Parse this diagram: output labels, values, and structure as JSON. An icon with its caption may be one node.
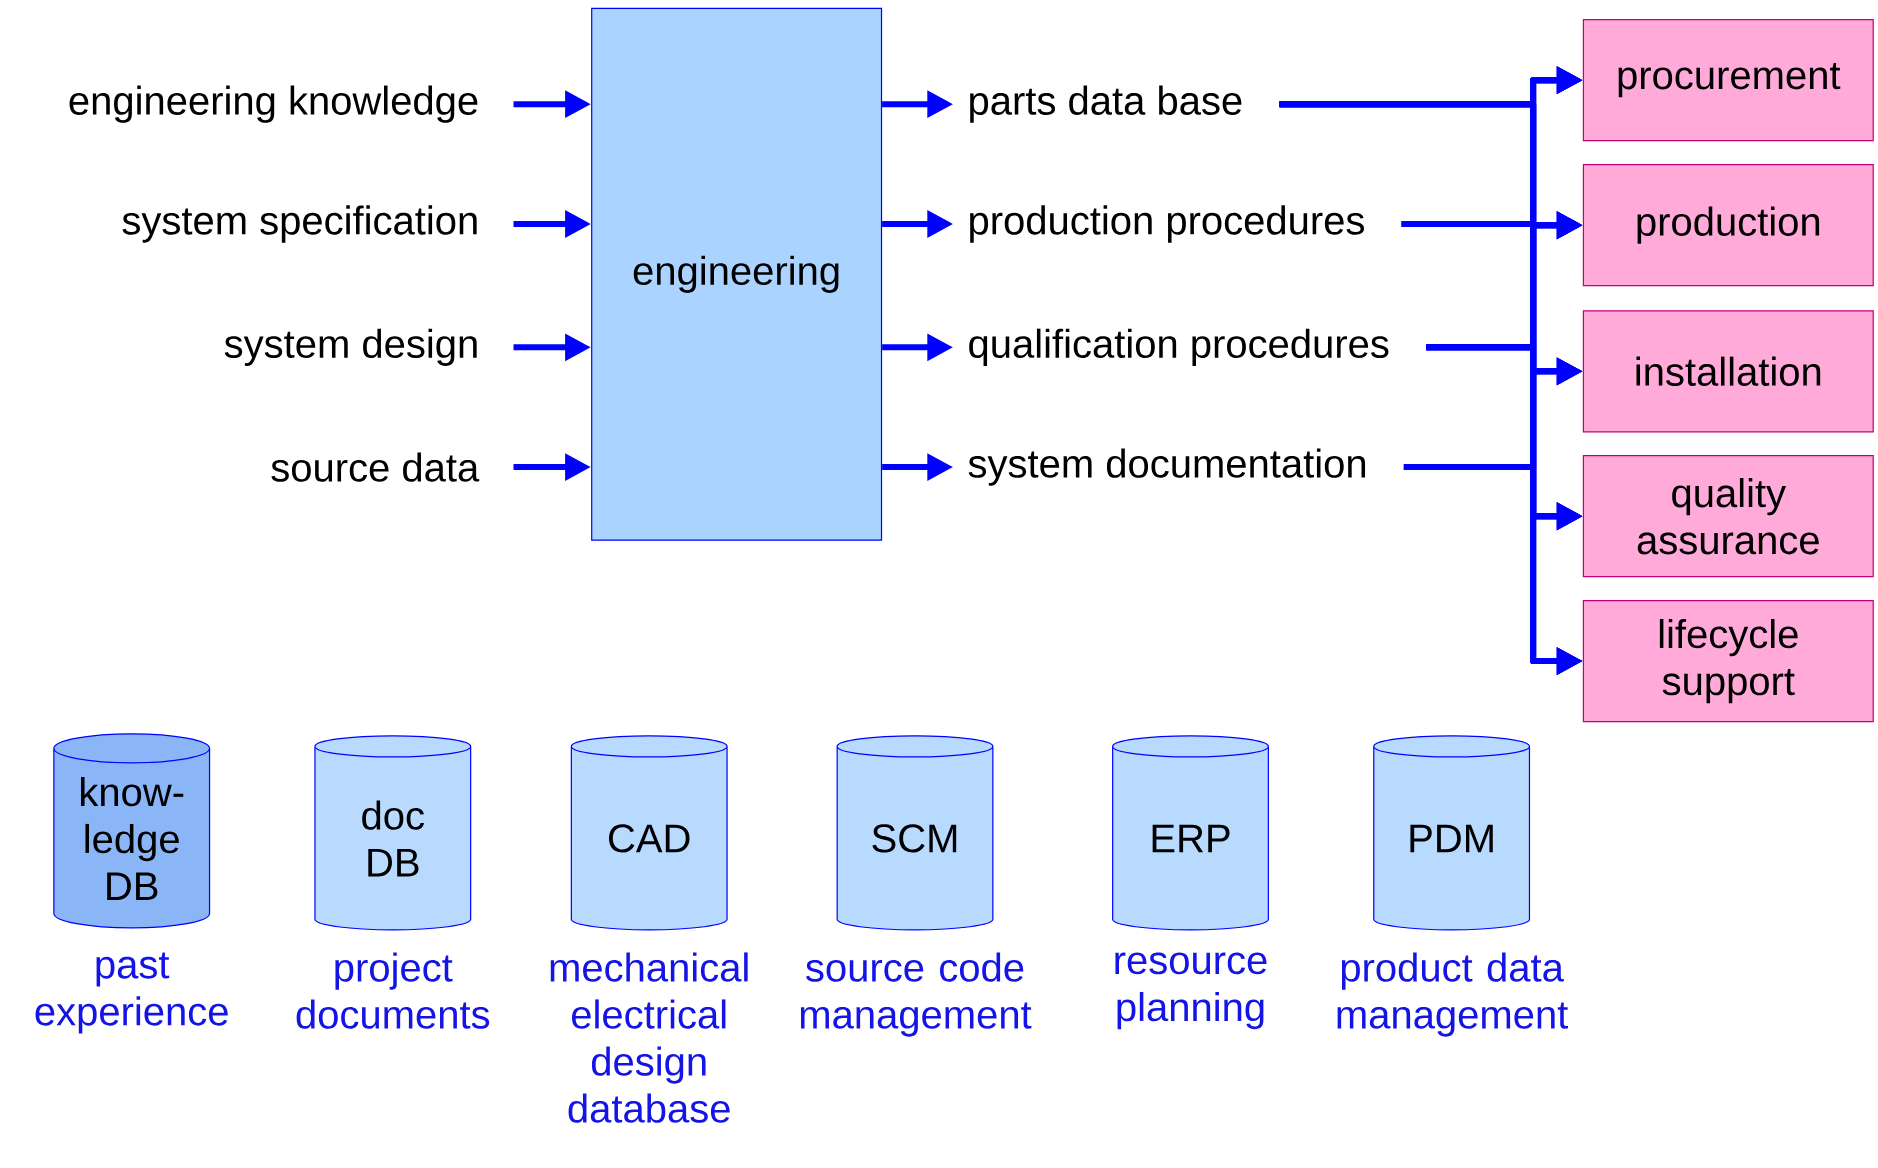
{
  "diagram": {
    "nodes": [
      {
        "text": [
          "engineering"
        ]
      },
      {
        "text": [
          "engineering knowledge"
        ]
      },
      {
        "text": [
          "system specification"
        ]
      },
      {
        "text": [
          "system design"
        ]
      },
      {
        "text": [
          "source data"
        ]
      },
      {
        "text": [
          "parts data base"
        ]
      },
      {
        "text": [
          "production procedures"
        ]
      },
      {
        "text": [
          "qualification procedures"
        ]
      },
      {
        "text": [
          "system documentation"
        ]
      },
      {
        "text": [
          "procurement"
        ]
      },
      {
        "text": [
          "production"
        ]
      },
      {
        "text": [
          "installation"
        ]
      },
      {
        "text": [
          "quality assurance"
        ]
      },
      {
        "text": [
          "lifecycle support"
        ]
      },
      {
        "text": [
          "know- ledge DB"
        ],
        "beside": [
          "past experience"
        ]
      },
      {
        "text": [
          "doc DB"
        ],
        "beside": [
          "project documents"
        ]
      },
      {
        "text": [
          "CAD"
        ],
        "beside": [
          "mechanical electrical design database"
        ]
      },
      {
        "text": [
          "SCM"
        ],
        "beside": [
          "source code management"
        ]
      },
      {
        "text": [
          "ERP"
        ],
        "beside": [
          "resource planning"
        ]
      },
      {
        "text": [
          "PDM"
        ],
        "beside": [
          "product data management"
        ]
      }
    ],
    "edges": [
      {
        "from": 1,
        "to": 0,
        "arrow": "to"
      },
      {
        "from": 2,
        "to": 0,
        "arrow": "to"
      },
      {
        "from": 3,
        "to": 0,
        "arrow": "to"
      },
      {
        "from": 4,
        "to": 0,
        "arrow": "to"
      },
      {
        "from": 0,
        "to": 5,
        "arrow": "to"
      },
      {
        "from": 0,
        "to": 6,
        "arrow": "to"
      },
      {
        "from": 0,
        "to": 7,
        "arrow": "to"
      },
      {
        "from": 0,
        "to": 8,
        "arrow": "to"
      },
      {
        "from": 5,
        "to": 9,
        "arrow": "to"
      },
      {
        "from": 5,
        "to": 10,
        "arrow": "to"
      },
      {
        "from": 5,
        "to": 11,
        "arrow": "to"
      },
      {
        "from": 5,
        "to": 12,
        "arrow": "to"
      },
      {
        "from": 5,
        "to": 13,
        "arrow": "to"
      },
      {
        "from": 6,
        "to": 9,
        "arrow": "to"
      },
      {
        "from": 6,
        "to": 10,
        "arrow": "to"
      },
      {
        "from": 6,
        "to": 11,
        "arrow": "to"
      },
      {
        "from": 6,
        "to": 12,
        "arrow": "to"
      },
      {
        "from": 6,
        "to": 13,
        "arrow": "to"
      },
      {
        "from": 7,
        "to": 9,
        "arrow": "to"
      },
      {
        "from": 7,
        "to": 10,
        "arrow": "to"
      },
      {
        "from": 7,
        "to": 11,
        "arrow": "to"
      },
      {
        "from": 7,
        "to": 12,
        "arrow": "to"
      },
      {
        "from": 7,
        "to": 13,
        "arrow": "to"
      },
      {
        "from": 8,
        "to": 9,
        "arrow": "to"
      },
      {
        "from": 8,
        "to": 10,
        "arrow": "to"
      },
      {
        "from": 8,
        "to": 11,
        "arrow": "to"
      },
      {
        "from": 8,
        "to": 12,
        "arrow": "to"
      },
      {
        "from": 8,
        "to": 13,
        "arrow": "to"
      }
    ]
  }
}
